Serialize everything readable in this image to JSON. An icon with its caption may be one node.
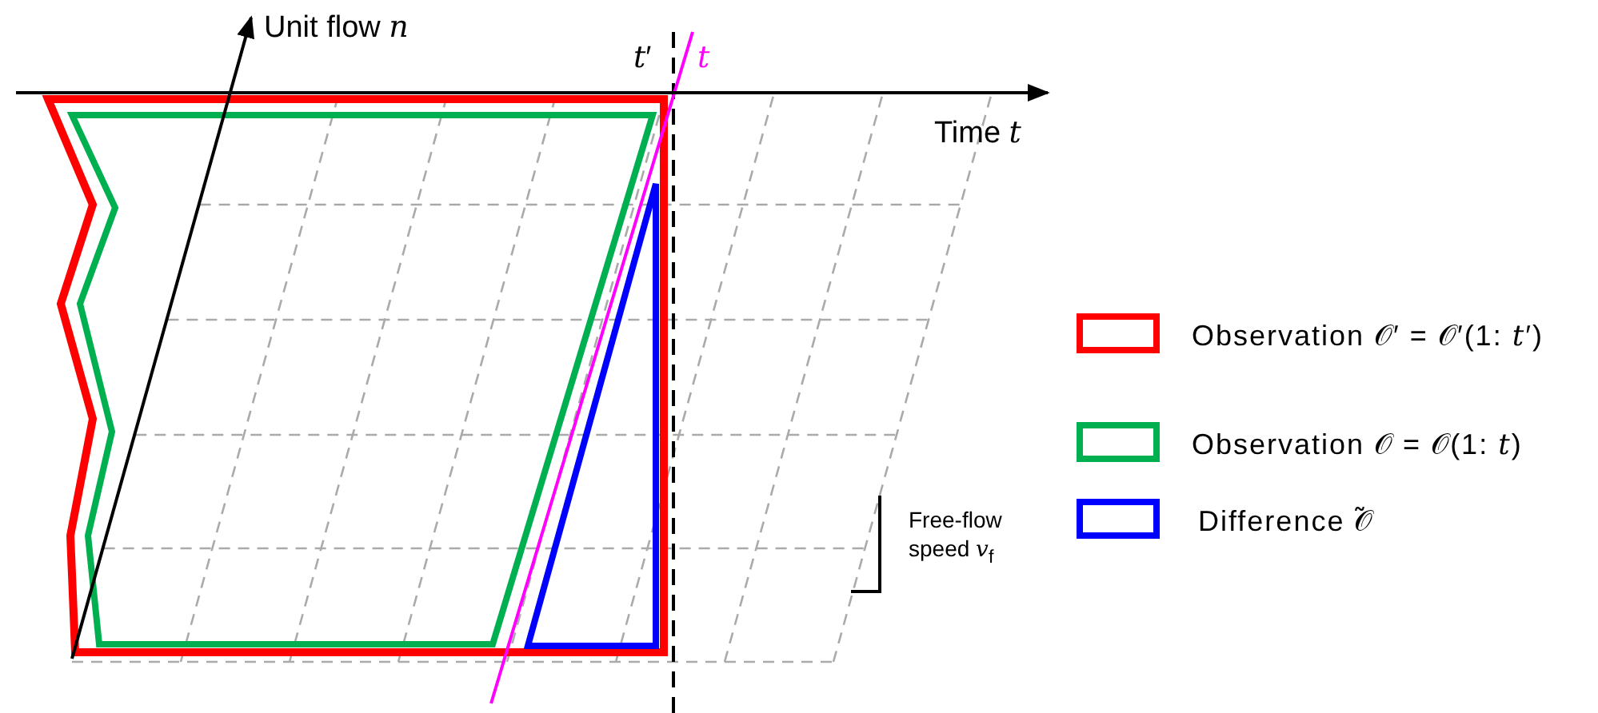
{
  "diagram": {
    "labels": [
      "Unit flow *n*",
      "*t*′",
      "*t*",
      "Time *t*",
      "Free-flow speed *v*$_{f}$"
    ],
    "legend": [
      {
        "text": "Observation 𝒪′ = 𝒪′(1: *t*′)",
        "color": "#ff0000"
      },
      {
        "text": "Observation 𝒪 = 𝒪(1: *t*)",
        "color": "#00b050"
      },
      {
        "text": "Difference 𝒪̃",
        "color": "#0000ff"
      }
    ]
  }
}
